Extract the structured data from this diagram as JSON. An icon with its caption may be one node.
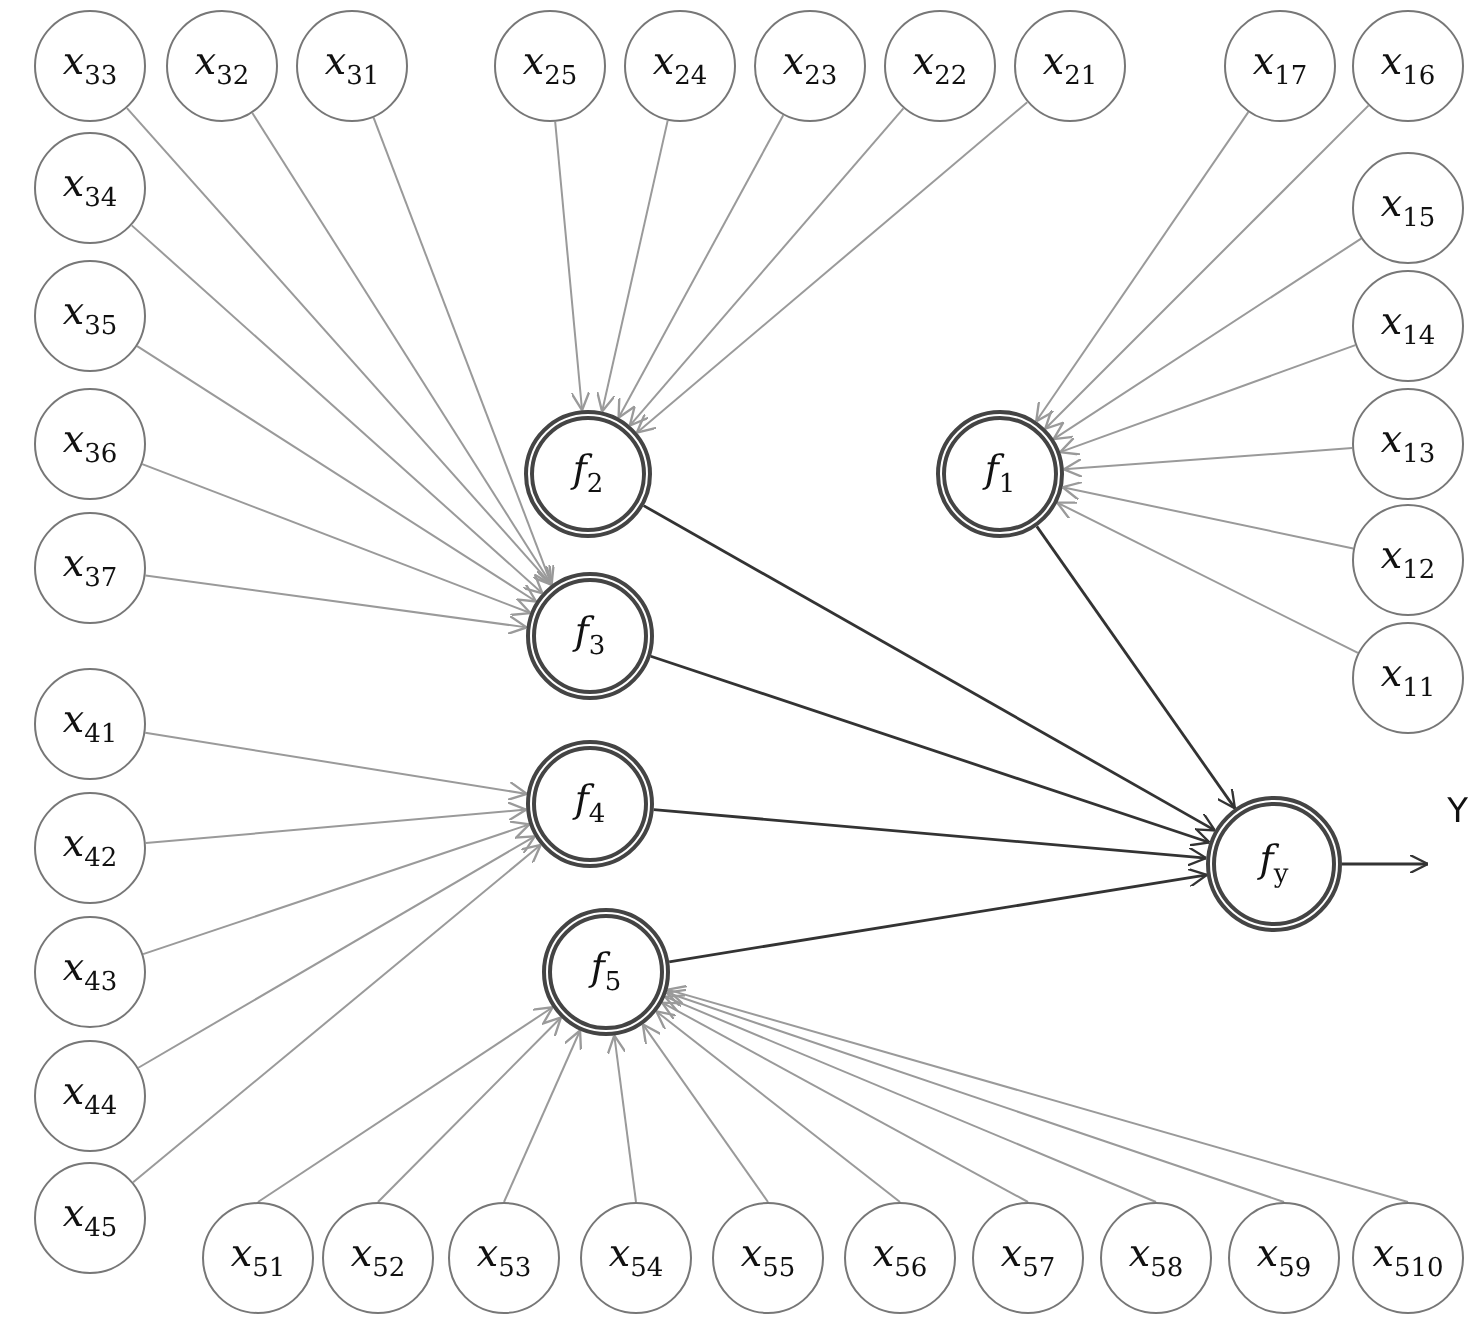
{
  "diagram": {
    "nodes": [
      {
        "text": [
          "*x*$_{11}$"
        ]
      },
      {
        "text": [
          "*x*$_{12}$"
        ]
      },
      {
        "text": [
          "*x*$_{13}$"
        ]
      },
      {
        "text": [
          "*x*$_{14}$"
        ]
      },
      {
        "text": [
          "*x*$_{15}$"
        ]
      },
      {
        "text": [
          "*x*$_{16}$"
        ]
      },
      {
        "text": [
          "*x*$_{17}$"
        ]
      },
      {
        "text": [
          "*f*$_{1}$"
        ]
      },
      {
        "text": [
          "*x*$_{21}$"
        ]
      },
      {
        "text": [
          "*x*$_{22}$"
        ]
      },
      {
        "text": [
          "*x*$_{23}$"
        ]
      },
      {
        "text": [
          "*x*$_{24}$"
        ]
      },
      {
        "text": [
          "*x*$_{25}$"
        ]
      },
      {
        "text": [
          "*f*$_{2}$"
        ]
      },
      {
        "text": [
          "*x*$_{31}$"
        ]
      },
      {
        "text": [
          "*x*$_{32}$"
        ]
      },
      {
        "text": [
          "*x*$_{33}$"
        ]
      },
      {
        "text": [
          "*x*$_{34}$"
        ]
      },
      {
        "text": [
          "*x*$_{35}$"
        ]
      },
      {
        "text": [
          "*x*$_{36}$"
        ]
      },
      {
        "text": [
          "*x*$_{37}$"
        ]
      },
      {
        "text": [
          "*f*$_{3}$"
        ]
      },
      {
        "text": [
          "*x*$_{41}$"
        ]
      },
      {
        "text": [
          "*x*$_{42}$"
        ]
      },
      {
        "text": [
          "*x*$_{43}$"
        ]
      },
      {
        "text": [
          "*x*$_{44}$"
        ]
      },
      {
        "text": [
          "*x*$_{45}$"
        ]
      },
      {
        "text": [
          "*f*$_{4}$"
        ]
      },
      {
        "text": [
          "*x*$_{51}$"
        ]
      },
      {
        "text": [
          "*x*$_{52}$"
        ]
      },
      {
        "text": [
          "*x*$_{53}$"
        ]
      },
      {
        "text": [
          "*x*$_{54}$"
        ]
      },
      {
        "text": [
          "*x*$_{55}$"
        ]
      },
      {
        "text": [
          "*x*$_{56}$"
        ]
      },
      {
        "text": [
          "*x*$_{57}$"
        ]
      },
      {
        "text": [
          "*x*$_{58}$"
        ]
      },
      {
        "text": [
          "*x*$_{59}$"
        ]
      },
      {
        "text": [
          "*x*$_{510}$"
        ]
      },
      {
        "text": [
          "*f*$_{5}$"
        ]
      },
      {
        "text": [
          "*f*$_{y}$"
        ]
      },
      {
        "text": [
          "Y"
        ]
      }
    ],
    "edges": [
      {
        "from": 0,
        "to": 7,
        "arrow": "to"
      },
      {
        "from": 1,
        "to": 7,
        "arrow": "to"
      },
      {
        "from": 2,
        "to": 7,
        "arrow": "to"
      },
      {
        "from": 3,
        "to": 7,
        "arrow": "to"
      },
      {
        "from": 4,
        "to": 7,
        "arrow": "to"
      },
      {
        "from": 5,
        "to": 7,
        "arrow": "to"
      },
      {
        "from": 6,
        "to": 7,
        "arrow": "to"
      },
      {
        "from": 8,
        "to": 13,
        "arrow": "to"
      },
      {
        "from": 9,
        "to": 13,
        "arrow": "to"
      },
      {
        "from": 10,
        "to": 13,
        "arrow": "to"
      },
      {
        "from": 11,
        "to": 13,
        "arrow": "to"
      },
      {
        "from": 12,
        "to": 13,
        "arrow": "to"
      },
      {
        "from": 14,
        "to": 21,
        "arrow": "to"
      },
      {
        "from": 15,
        "to": 21,
        "arrow": "to"
      },
      {
        "from": 16,
        "to": 21,
        "arrow": "to"
      },
      {
        "from": 17,
        "to": 21,
        "arrow": "to"
      },
      {
        "from": 18,
        "to": 21,
        "arrow": "to"
      },
      {
        "from": 19,
        "to": 21,
        "arrow": "to"
      },
      {
        "from": 20,
        "to": 21,
        "arrow": "to"
      },
      {
        "from": 22,
        "to": 27,
        "arrow": "to"
      },
      {
        "from": 23,
        "to": 27,
        "arrow": "to"
      },
      {
        "from": 24,
        "to": 27,
        "arrow": "to"
      },
      {
        "from": 25,
        "to": 27,
        "arrow": "to"
      },
      {
        "from": 26,
        "to": 27,
        "arrow": "to"
      },
      {
        "from": 28,
        "to": 38,
        "arrow": "to"
      },
      {
        "from": 29,
        "to": 38,
        "arrow": "to"
      },
      {
        "from": 30,
        "to": 38,
        "arrow": "to"
      },
      {
        "from": 31,
        "to": 38,
        "arrow": "to"
      },
      {
        "from": 32,
        "to": 38,
        "arrow": "to"
      },
      {
        "from": 33,
        "to": 38,
        "arrow": "to"
      },
      {
        "from": 34,
        "to": 38,
        "arrow": "to"
      },
      {
        "from": 35,
        "to": 38,
        "arrow": "to"
      },
      {
        "from": 36,
        "to": 38,
        "arrow": "to"
      },
      {
        "from": 37,
        "to": 38,
        "arrow": "to"
      },
      {
        "from": 7,
        "to": 39,
        "arrow": "to",
        "color": "#333333"
      },
      {
        "from": 13,
        "to": 39,
        "arrow": "to",
        "color": "#333333"
      },
      {
        "from": 21,
        "to": 39,
        "arrow": "to",
        "color": "#333333"
      },
      {
        "from": 27,
        "to": 39,
        "arrow": "to",
        "color": "#333333"
      },
      {
        "from": 38,
        "to": 39,
        "arrow": "to",
        "color": "#333333"
      },
      {
        "from": 39,
        "to": 40,
        "arrow": "to",
        "color": "#333333"
      }
    ]
  }
}
